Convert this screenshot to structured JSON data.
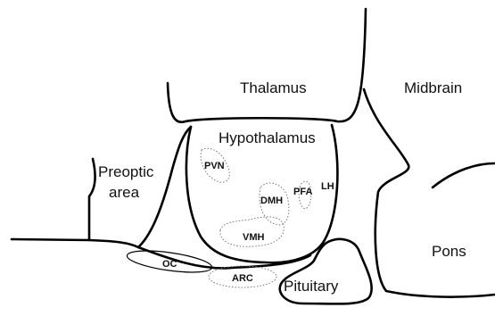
{
  "regions": {
    "thalamus": "Thalamus",
    "midbrain": "Midbrain",
    "hypothalamus": "Hypothalamus",
    "preoptic_line1": "Preoptic",
    "preoptic_line2": "area",
    "pons": "Pons",
    "pituitary": "Pituitary"
  },
  "nuclei": {
    "pvn": "PVN",
    "dmh": "DMH",
    "pfa": "PFA",
    "lh": "LH",
    "vmh": "VMH",
    "oc": "OC",
    "arc": "ARC"
  }
}
